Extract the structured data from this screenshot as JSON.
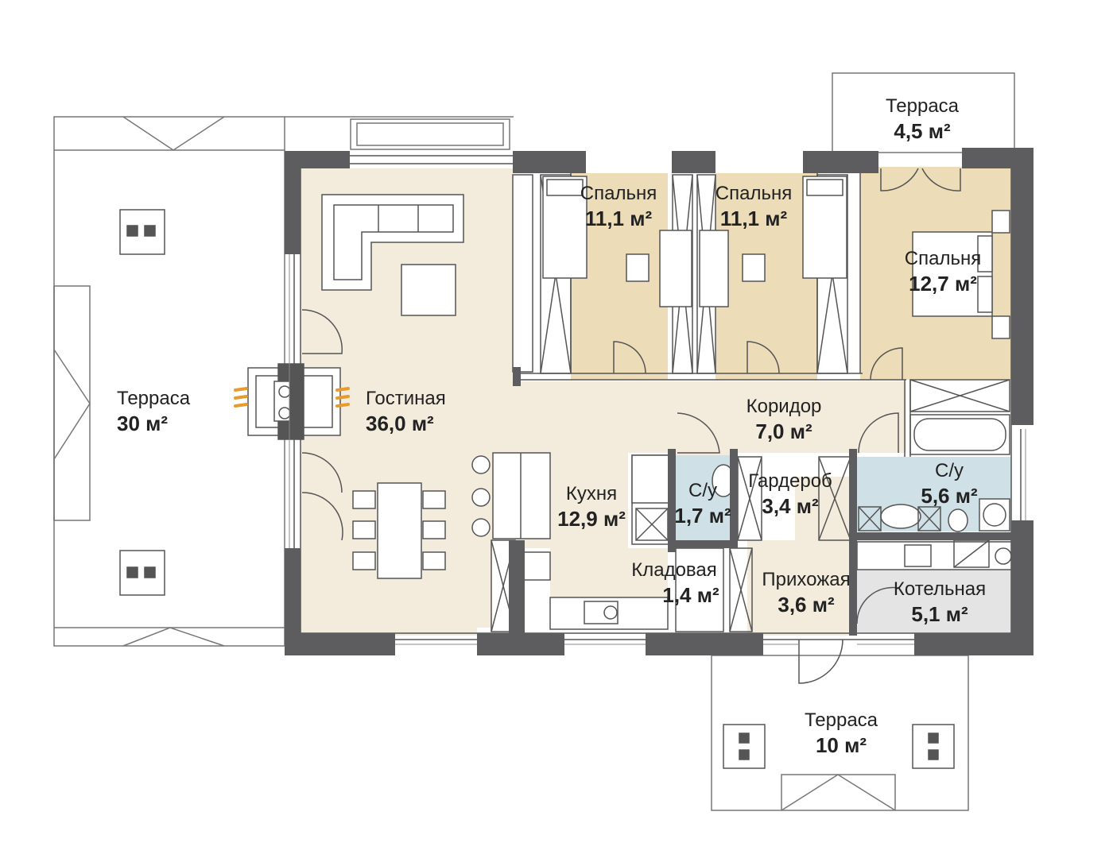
{
  "rooms": {
    "terrace_top": {
      "name": "Терраса",
      "area": "4,5 м²"
    },
    "bedroom_1": {
      "name": "Спальня",
      "area": "11,1 м²"
    },
    "bedroom_2": {
      "name": "Спальня",
      "area": "11,1 м²"
    },
    "bedroom_3": {
      "name": "Спальня",
      "area": "12,7 м²"
    },
    "terrace_left": {
      "name": "Терраса",
      "area": "30 м²"
    },
    "living": {
      "name": "Гостиная",
      "area": "36,0 м²"
    },
    "corridor": {
      "name": "Коридор",
      "area": "7,0 м²"
    },
    "kitchen": {
      "name": "Кухня",
      "area": "12,9 м²"
    },
    "wc_small": {
      "name": "С/у",
      "area": "1,7 м²"
    },
    "wardrobe": {
      "name": "Гардероб",
      "area": "3,4 м²"
    },
    "bathroom": {
      "name": "С/у",
      "area": "5,6 м²"
    },
    "pantry": {
      "name": "Кладовая",
      "area": "1,4 м²"
    },
    "hallway": {
      "name": "Прихожая",
      "area": "3,6 м²"
    },
    "boiler": {
      "name": "Котельная",
      "area": "5,1 м²"
    },
    "terrace_bottom": {
      "name": "Терраса",
      "area": "10 м²"
    }
  },
  "colors": {
    "living_zone": "#f3ecdc",
    "bedroom_zone": "#ecdcb8",
    "wet_zone": "#cfe0e6",
    "boiler_zone": "#e4e4e4",
    "wall": "#5d5d5f",
    "line": "#555555",
    "fireplace_flame": "#e89a2c"
  }
}
